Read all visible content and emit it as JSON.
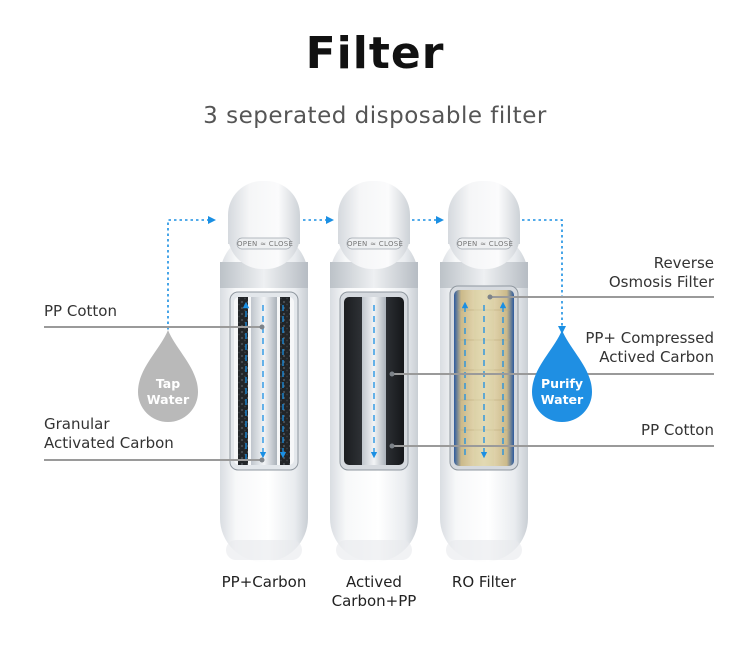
{
  "header": {
    "title": "Filter",
    "subtitle": "3 seperated disposable filter"
  },
  "cartridge_marking": "OPEN ≈ CLOSE",
  "drops": {
    "tap": {
      "line1": "Tap",
      "line2": "Water",
      "color": "#b9b9b9"
    },
    "purify": {
      "line1": "Purify",
      "line2": "Water",
      "color": "#1f8fe3"
    }
  },
  "labels_left": {
    "pp_cotton": "PP Cotton",
    "granular_line1": "Granular",
    "granular_line2": "Activated Carbon"
  },
  "labels_right": {
    "ro_line1": "Reverse",
    "ro_line2": "Osmosis Filter",
    "pp_compressed_line1": "PP+ Compressed",
    "pp_compressed_line2": "Actived Carbon",
    "pp_cotton": "PP Cotton"
  },
  "filters": [
    {
      "caption_line1": "PP+Carbon",
      "caption_line2": ""
    },
    {
      "caption_line1": "Actived",
      "caption_line2": "Carbon+PP"
    },
    {
      "caption_line1": "RO Filter",
      "caption_line2": ""
    }
  ],
  "colors": {
    "flow": "#1a8fe3",
    "leader": "#9a9a9a"
  }
}
